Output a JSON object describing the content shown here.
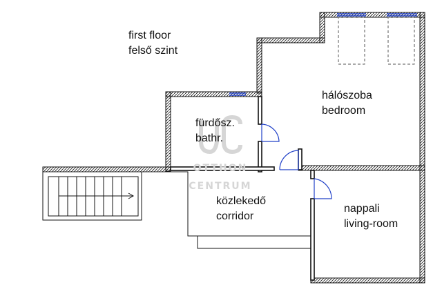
{
  "floor": {
    "title_en": "first floor",
    "title_hu": "felső szint"
  },
  "rooms": {
    "bathroom": {
      "hu": "fürdősz.",
      "en": "bathr."
    },
    "bedroom": {
      "hu": "hálószoba",
      "en": "bedroom"
    },
    "corridor": {
      "hu": "közlekedő",
      "en": "corridor"
    },
    "living": {
      "hu": "nappali",
      "en": "living-room"
    }
  },
  "watermark": {
    "line1": "OTTHON",
    "line2": "CENTRUM"
  },
  "colors": {
    "wall_hatch": "#111111",
    "door_swing": "#2040c8",
    "watermark": "#d6d6d6"
  }
}
